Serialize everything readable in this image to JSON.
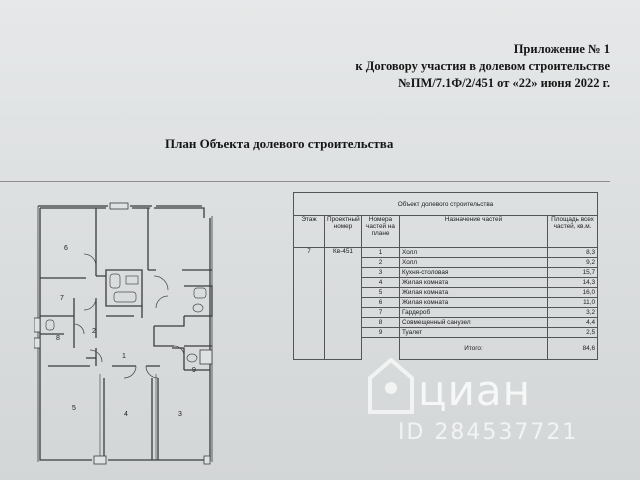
{
  "header": {
    "line1": "Приложение № 1",
    "line2": "к Договору участия в долевом строительстве",
    "line3": "№ПМ/7.1Ф/2/451 от «22» июня 2022 г."
  },
  "title": "План Объекта долевого строительства",
  "plan": {
    "room_labels": [
      "1",
      "2",
      "3",
      "4",
      "5",
      "6",
      "7",
      "8",
      "9"
    ]
  },
  "table": {
    "caption": "Объект долевого строительства",
    "headers": {
      "floor": "Этаж",
      "project_number": "Проектный номер",
      "part_number": "Номера частей на плане",
      "part_name": "Назначение частей",
      "area": "Площадь всех частей, кв.м."
    },
    "floor": "7",
    "project_number": "Кв-451",
    "rows": [
      {
        "num": "1",
        "name": "Холл",
        "area": "8,3"
      },
      {
        "num": "2",
        "name": "Холл",
        "area": "9,2"
      },
      {
        "num": "3",
        "name": "Кухня-столовая",
        "area": "15,7"
      },
      {
        "num": "4",
        "name": "Жилая комната",
        "area": "14,3"
      },
      {
        "num": "5",
        "name": "Жилая комната",
        "area": "16,0"
      },
      {
        "num": "6",
        "name": "Жилая комната",
        "area": "11,0"
      },
      {
        "num": "7",
        "name": "Гардероб",
        "area": "3,2"
      },
      {
        "num": "8",
        "name": "Совмещенный санузел",
        "area": "4,4"
      },
      {
        "num": "9",
        "name": "Туалет",
        "area": "2,5"
      }
    ],
    "total_label": "Итого:",
    "total_area": "84,6"
  },
  "watermark": {
    "brand": "циан",
    "id": "ID 284537721"
  }
}
